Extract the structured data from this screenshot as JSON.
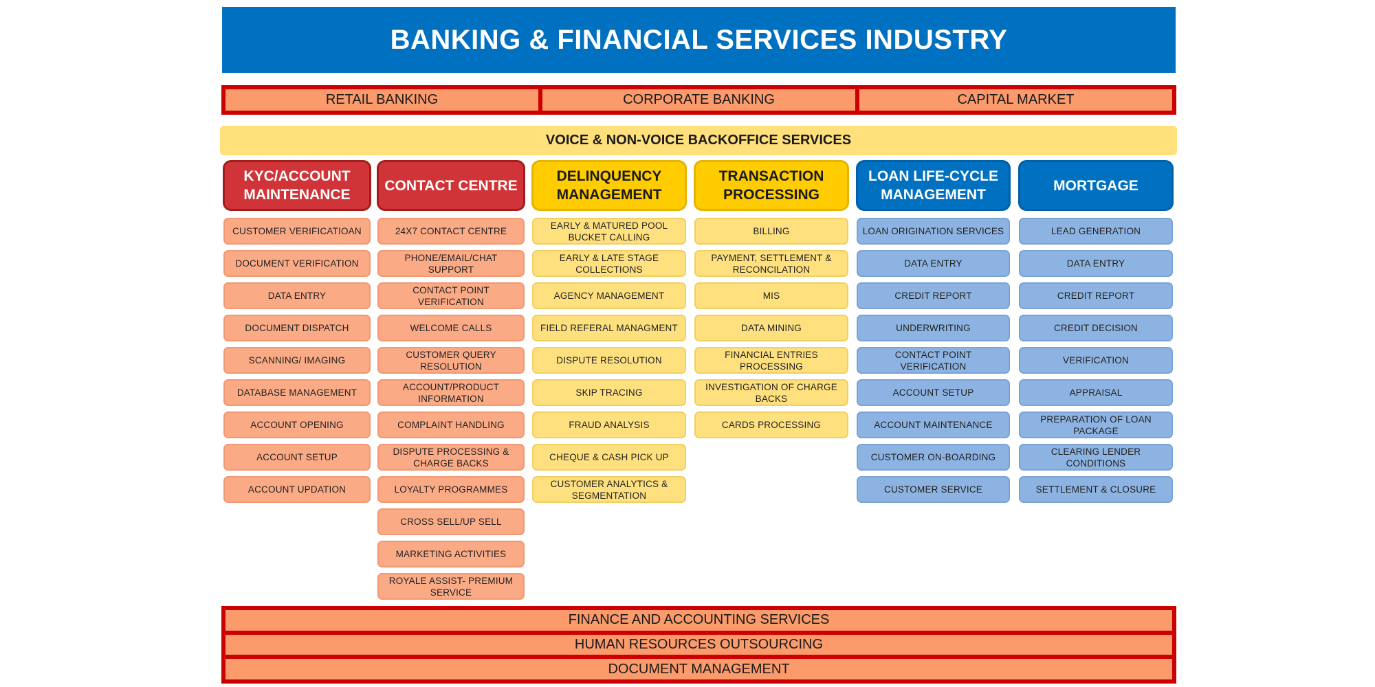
{
  "title": "BANKING & FINANCIAL SERVICES INDUSTRY",
  "segments": [
    "RETAIL BANKING",
    "CORPORATE BANKING",
    "CAPITAL MARKET"
  ],
  "backoffice_title": "VOICE & NON-VOICE BACKOFFICE SERVICES",
  "columns": [
    {
      "heading": "KYC/ACCOUNT MAINTENANCE",
      "items": [
        "CUSTOMER VERIFICATIOAN",
        "DOCUMENT VERIFICATION",
        "DATA ENTRY",
        "DOCUMENT DISPATCH",
        "SCANNING/ IMAGING",
        "DATABASE MANAGEMENT",
        "ACCOUNT OPENING",
        "ACCOUNT SETUP",
        "ACCOUNT UPDATION"
      ]
    },
    {
      "heading": "CONTACT CENTRE",
      "items": [
        "24X7 CONTACT CENTRE",
        "PHONE/EMAIL/CHAT SUPPORT",
        "CONTACT POINT VERIFICATION",
        "WELCOME CALLS",
        "CUSTOMER QUERY RESOLUTION",
        "ACCOUNT/PRODUCT INFORMATION",
        "COMPLAINT HANDLING",
        "DISPUTE PROCESSING & CHARGE BACKS",
        "LOYALTY PROGRAMMES",
        "CROSS SELL/UP SELL",
        "MARKETING ACTIVITIES",
        "ROYALE ASSIST- PREMIUM SERVICE"
      ]
    },
    {
      "heading": "DELINQUENCY MANAGEMENT",
      "items": [
        "EARLY & MATURED POOL BUCKET CALLING",
        "EARLY & LATE STAGE COLLECTIONS",
        "AGENCY MANAGEMENT",
        "FIELD REFERAL MANAGMENT",
        "DISPUTE RESOLUTION",
        "SKIP TRACING",
        "FRAUD ANALYSIS",
        "CHEQUE & CASH PICK UP",
        "CUSTOMER ANALYTICS & SEGMENTATION"
      ]
    },
    {
      "heading": "TRANSACTION PROCESSING",
      "items": [
        "BILLING",
        "PAYMENT, SETTLEMENT & RECONCILATION",
        "MIS",
        "DATA MINING",
        "FINANCIAL ENTRIES PROCESSING",
        "INVESTIGATION OF CHARGE BACKS",
        "CARDS PROCESSING"
      ]
    },
    {
      "heading": "LOAN LIFE-CYCLE MANAGEMENT",
      "items": [
        "LOAN ORIGINATION SERVICES",
        "DATA ENTRY",
        "CREDIT REPORT",
        "UNDERWRITING",
        "CONTACT POINT VERIFICATION",
        "ACCOUNT SETUP",
        "ACCOUNT MAINTENANCE",
        "CUSTOMER ON-BOARDING",
        "CUSTOMER SERVICE"
      ]
    },
    {
      "heading": "MORTGAGE",
      "items": [
        "LEAD GENERATION",
        "DATA ENTRY",
        "CREDIT REPORT",
        "CREDIT DECISION",
        "VERIFICATION",
        "APPRAISAL",
        "PREPARATION OF LOAN PACKAGE",
        "CLEARING LENDER CONDITIONS",
        "SETTLEMENT & CLOSURE"
      ]
    }
  ],
  "bottom_services": [
    "FINANCE AND ACCOUNTING SERVICES",
    "HUMAN RESOURCES OUTSOURCING",
    "DOCUMENT MANAGEMENT"
  ]
}
